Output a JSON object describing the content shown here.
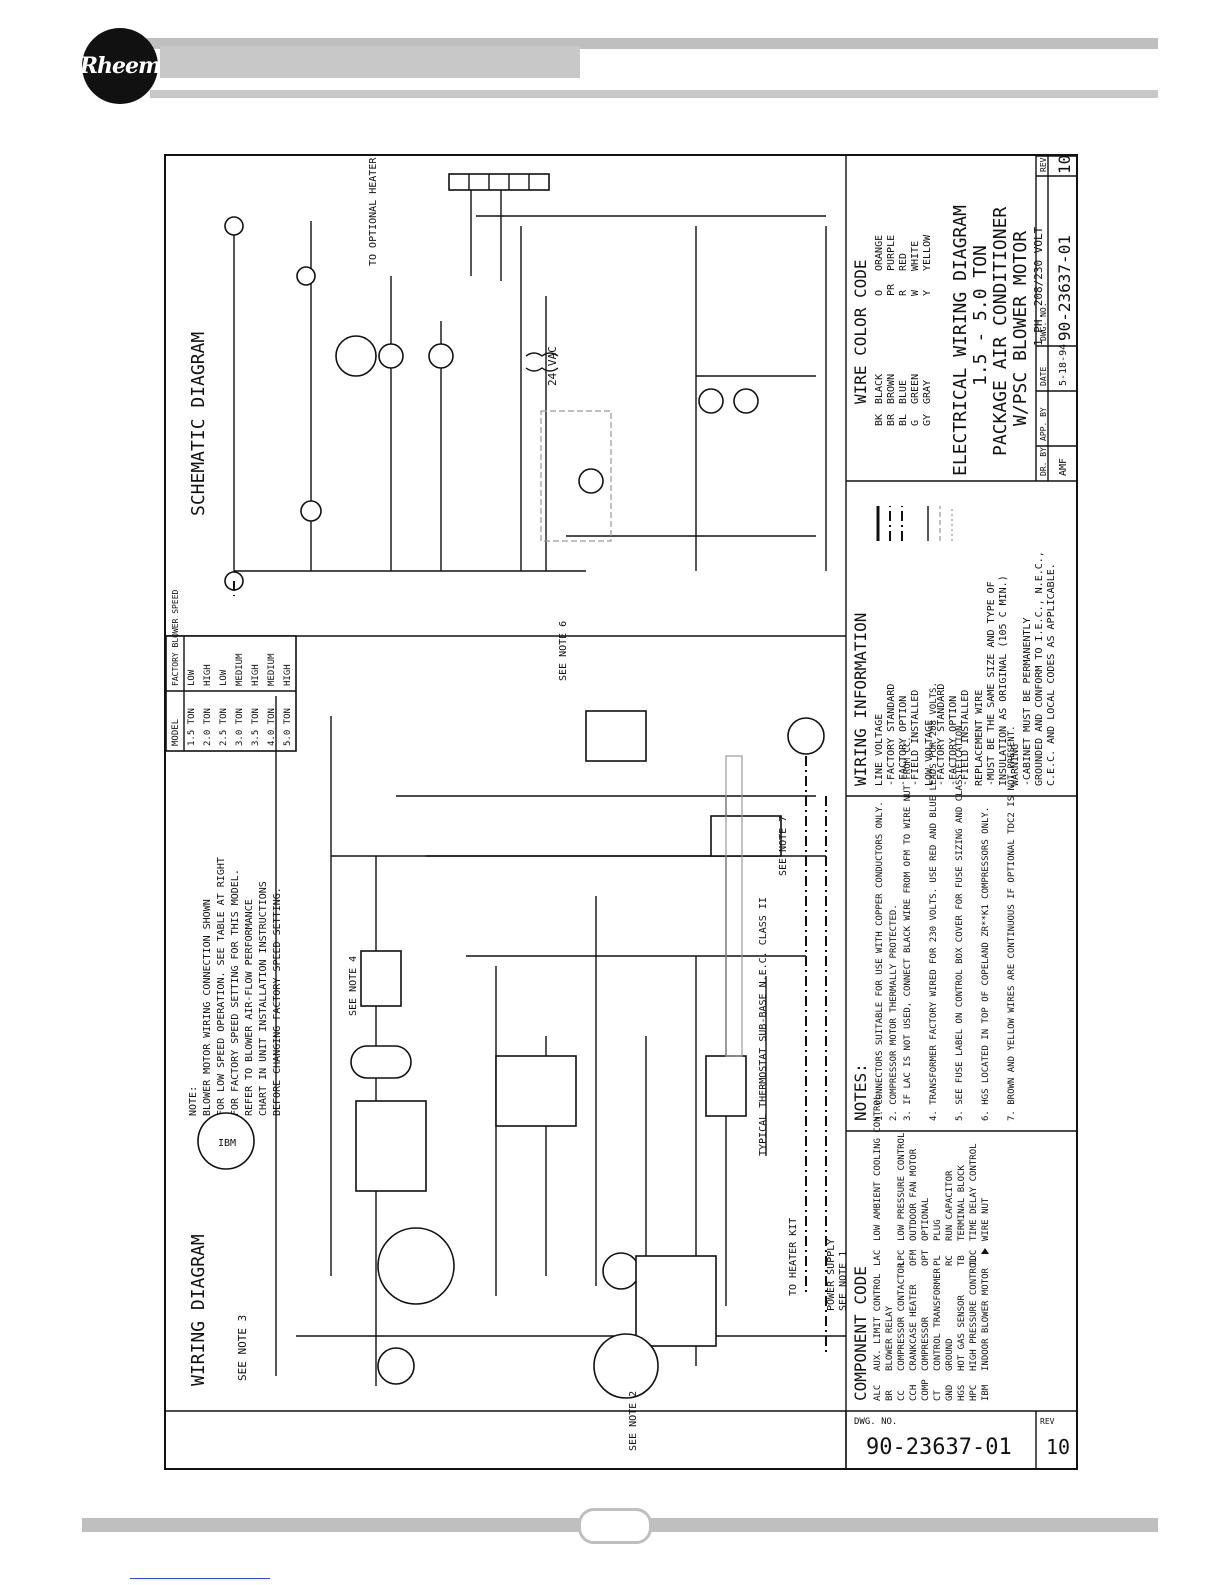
{
  "header": {
    "logo_text": "Rheem"
  },
  "sheet": {
    "schematic_title": "SCHEMATIC DIAGRAM",
    "wiring_title": "WIRING DIAGRAM",
    "wire_color_code": {
      "title": "WIRE COLOR CODE",
      "entries": [
        {
          "code": "BK",
          "color": "BLACK"
        },
        {
          "code": "BR",
          "color": "BROWN"
        },
        {
          "code": "BL",
          "color": "BLUE"
        },
        {
          "code": "G",
          "color": "GREEN"
        },
        {
          "code": "GY",
          "color": "GRAY"
        },
        {
          "code": "O",
          "color": "ORANGE"
        },
        {
          "code": "PR",
          "color": "PURPLE"
        },
        {
          "code": "R",
          "color": "RED"
        },
        {
          "code": "W",
          "color": "WHITE"
        },
        {
          "code": "Y",
          "color": "YELLOW"
        }
      ]
    },
    "title_block": {
      "line1": "ELECTRICAL WIRING DIAGRAM",
      "line2": "1.5 - 5.0 TON",
      "line3": "PACKAGE AIR CONDITIONER",
      "line4": "W/PSC BLOWER MOTOR",
      "line5": "1 PH. 208/230 VOLT",
      "dr_by_label": "DR. BY",
      "dr_by": "AMF",
      "app_by_label": "APP. BY",
      "date_label": "DATE",
      "date": "5-18-94",
      "dwg_no_label": "DWG. NO.",
      "dwg_no": "90-23637-01",
      "rev_label": "REV",
      "rev": "10"
    },
    "wiring_information": {
      "title": "WIRING INFORMATION",
      "lines": [
        "LINE VOLTAGE",
        "-FACTORY STANDARD",
        "-FACTORY OPTION",
        "-FIELD INSTALLED",
        "LOW VOLTAGE",
        "-FACTORY STANDARD",
        "-FACTORY OPTION",
        "-FIELD INSTALLED",
        "REPLACEMENT WIRE",
        "-MUST BE THE SAME SIZE AND TYPE OF",
        "INSULATION AS ORIGINAL (105 C MIN.)",
        "WARNING",
        "-CABINET MUST BE PERMANENTLY",
        "GROUNDED AND CONFORM TO I.E.C., N.E.C.,",
        "C.E.C. AND LOCAL CODES AS APPLICABLE."
      ]
    },
    "notes": {
      "title": "NOTES:",
      "items": [
        "1. CONNECTORS SUITABLE FOR USE WITH COPPER CONDUCTORS ONLY.",
        "2. COMPRESSOR MOTOR THERMALLY PROTECTED.",
        "3. IF LAC IS NOT USED, CONNECT BLACK WIRE FROM OFM TO WIRE NUT FROM CC.",
        "4. TRANSFORMER FACTORY WIRED FOR 230 VOLTS. USE RED AND BLUE LEADS FOR 208 VOLTS.",
        "5. SEE FUSE LABEL ON CONTROL BOX COVER FOR FUSE SIZING AND CLASSIFICATION.",
        "6. HGS LOCATED IN TOP OF COPELAND ZR**K1 COMPRESSORS ONLY.",
        "7. BROWN AND YELLOW WIRES ARE CONTINUOUS IF OPTIONAL TDC2 IS NOT PRESENT."
      ]
    },
    "component_code": {
      "title": "COMPONENT CODE",
      "entries": [
        {
          "code": "ALC",
          "name": "AUX. LIMIT CONTROL"
        },
        {
          "code": "BR",
          "name": "BLOWER RELAY"
        },
        {
          "code": "CC",
          "name": "COMPRESSOR CONTACTOR"
        },
        {
          "code": "CCH",
          "name": "CRANKCASE HEATER"
        },
        {
          "code": "COMP",
          "name": "COMPRESSOR"
        },
        {
          "code": "CT",
          "name": "CONTROL TRANSFORMER"
        },
        {
          "code": "GND",
          "name": "GROUND"
        },
        {
          "code": "HGS",
          "name": "HOT GAS SENSOR"
        },
        {
          "code": "HPC",
          "name": "HIGH PRESSURE CONTROL"
        },
        {
          "code": "IBM",
          "name": "INDOOR BLOWER MOTOR"
        },
        {
          "code": "LAC",
          "name": "LOW AMBIENT COOLING CONTROL"
        },
        {
          "code": "LPC",
          "name": "LOW PRESSURE CONTROL"
        },
        {
          "code": "OFM",
          "name": "OUTDOOR FAN MOTOR"
        },
        {
          "code": "OPT",
          "name": "OPTIONAL"
        },
        {
          "code": "PL",
          "name": "PLUG"
        },
        {
          "code": "RC",
          "name": "RUN CAPACITOR"
        },
        {
          "code": "TB",
          "name": "TERMINAL BLOCK"
        },
        {
          "code": "TDC",
          "name": "TIME DELAY CONTROL"
        },
        {
          "code": "",
          "name": "WIRE NUT"
        }
      ]
    },
    "blower_table": {
      "headers": [
        "MODEL",
        "FACTORY BLOWER SPEED"
      ],
      "rows": [
        [
          "1.5 TON",
          "LOW"
        ],
        [
          "2.0 TON",
          "HIGH"
        ],
        [
          "2.5 TON",
          "LOW"
        ],
        [
          "3.0 TON",
          "MEDIUM"
        ],
        [
          "3.5 TON",
          "HIGH"
        ],
        [
          "4.0 TON",
          "MEDIUM"
        ],
        [
          "5.0 TON",
          "HIGH"
        ]
      ]
    },
    "blower_note": [
      "NOTE:",
      "BLOWER MOTOR WIRING CONNECTION SHOWN",
      "FOR LOW SPEED OPERATION. SEE TABLE AT RIGHT",
      "FOR FACTORY SPEED SETTING FOR THIS MODEL.",
      "REFER TO BLOWER AIR-FLOW PERFORMANCE",
      "CHART IN UNIT INSTALLATION INSTRUCTIONS",
      "BEFORE CHANGING FACTORY SPEED SETTING."
    ],
    "labels": {
      "to_heater_kit": "TO OPTIONAL HEATER KIT",
      "thermostat": "TYPICAL THERMOSTAT SUB-BASE N.E.C. CLASS II",
      "power_supply": "POWER SUPPLY",
      "see_note_1": "SEE NOTE 1",
      "see_note_2": "SEE NOTE 2",
      "see_note_3": "SEE NOTE 3",
      "see_note_4": "SEE NOTE 4",
      "see_note_6": "SEE NOTE 6",
      "see_note_7": "SEE NOTE 7",
      "vac": "24 VAC",
      "to_heater_kit2": "TO HEATER KIT",
      "bottom_dwg_label": "DWG. NO.",
      "bottom_dwg": "90-23637-01",
      "bottom_rev_label": "REV",
      "bottom_rev": "10"
    }
  }
}
